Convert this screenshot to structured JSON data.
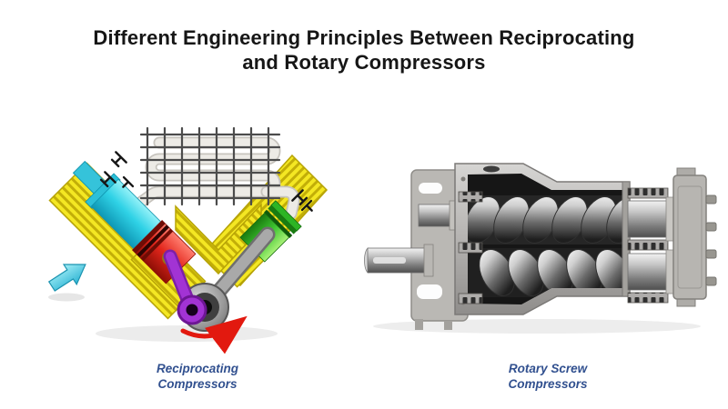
{
  "title": {
    "line1": "Different Engineering Principles Between Reciprocating",
    "line2": "and Rotary Compressors"
  },
  "figures": {
    "left": {
      "caption_line1": "Reciprocating",
      "caption_line2": "Compressors"
    },
    "right": {
      "caption_line1": "Rotary Screw",
      "caption_line2": "Compressors"
    }
  },
  "colors": {
    "title_text": "#161616",
    "caption_text": "#31508f",
    "fin_yellow": "#f4e723",
    "cylinder_cyan": "#2fd2e6",
    "piston_red": "#e3261c",
    "piston_green": "#3ec431",
    "conrod_purple": "#a233d4",
    "rotation_arrow_red": "#e2190f",
    "intake_arrow_cyan": "#4fc5e0",
    "steel_gray": "#9a9a9a",
    "background": "#ffffff"
  }
}
